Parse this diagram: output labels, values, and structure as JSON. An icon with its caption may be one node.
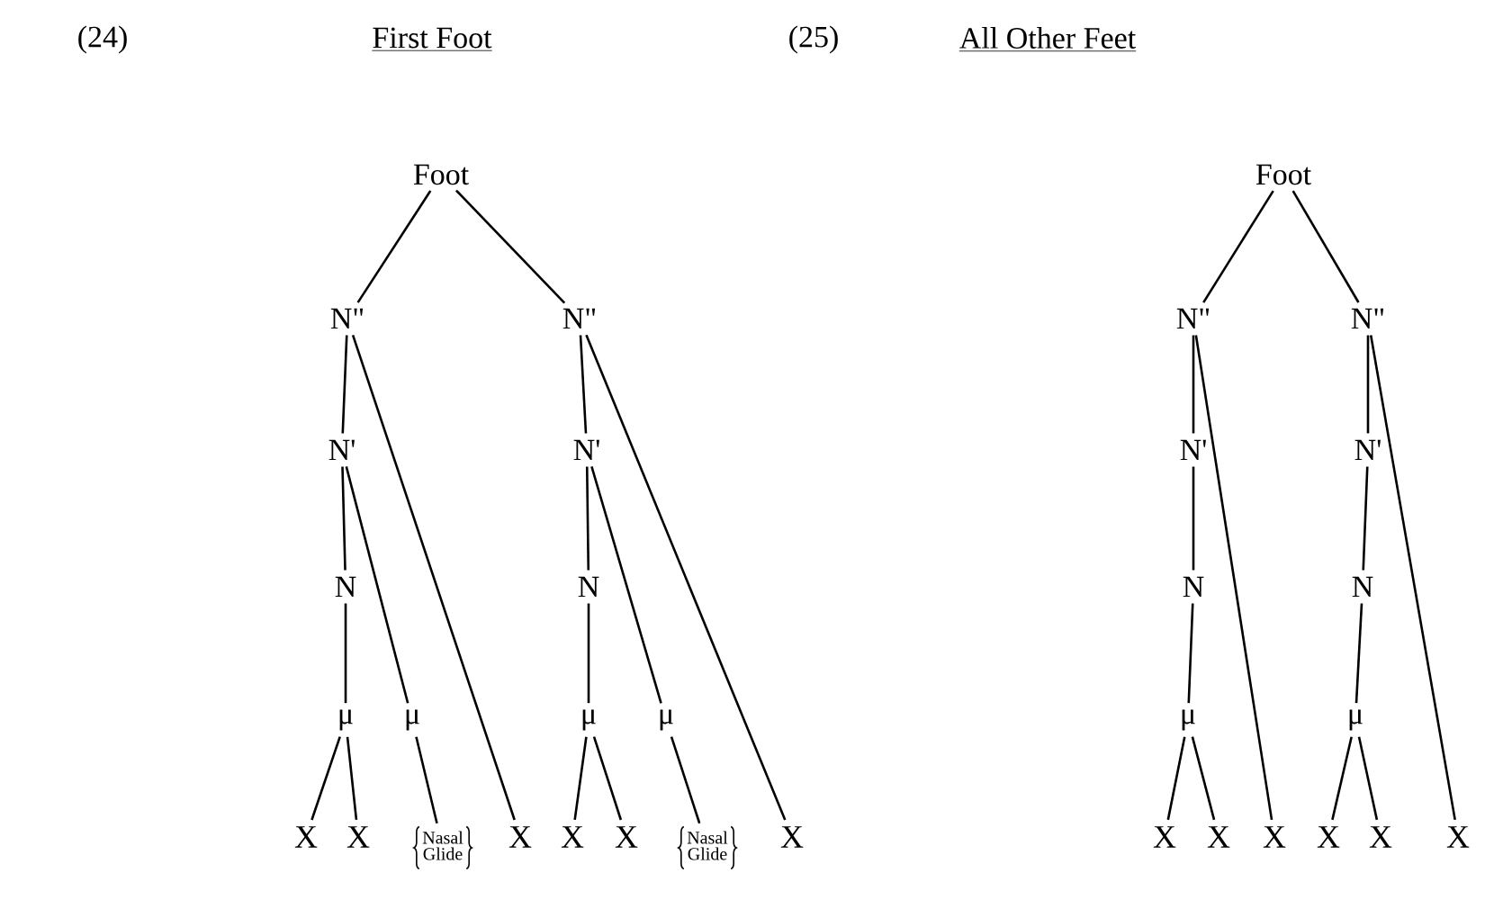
{
  "diagram": {
    "nodes": [
      {
        "text": [
          "Foot"
        ]
      },
      {
        "text": [
          "N\""
        ]
      },
      {
        "text": [
          "N\""
        ]
      },
      {
        "text": [
          "N'"
        ]
      },
      {
        "text": [
          "N"
        ]
      },
      {
        "text": [
          "μ"
        ]
      },
      {
        "text": [
          "μ"
        ]
      },
      {
        "text": [
          "X"
        ]
      },
      {
        "text": [
          "X"
        ]
      },
      {
        "text": [
          "Nasal",
          "Glide"
        ]
      },
      {
        "text": [
          "X"
        ]
      },
      {
        "text": [
          "N'"
        ]
      },
      {
        "text": [
          "N"
        ]
      },
      {
        "text": [
          "μ"
        ]
      },
      {
        "text": [
          "μ"
        ]
      },
      {
        "text": [
          "X"
        ]
      },
      {
        "text": [
          "X"
        ]
      },
      {
        "text": [
          "Nasal",
          "Glide"
        ]
      },
      {
        "text": [
          "X"
        ]
      },
      {
        "text": [
          "Foot"
        ]
      },
      {
        "text": [
          "N\""
        ]
      },
      {
        "text": [
          "N\""
        ]
      },
      {
        "text": [
          "N'"
        ]
      },
      {
        "text": [
          "N'"
        ]
      },
      {
        "text": [
          "N"
        ]
      },
      {
        "text": [
          "N"
        ]
      },
      {
        "text": [
          "μ"
        ]
      },
      {
        "text": [
          "μ"
        ]
      },
      {
        "text": [
          "X"
        ]
      },
      {
        "text": [
          "X"
        ]
      },
      {
        "text": [
          "X"
        ]
      },
      {
        "text": [
          "X"
        ]
      },
      {
        "text": [
          "X"
        ]
      },
      {
        "text": [
          "X"
        ]
      }
    ],
    "edges": [
      {
        "from": 0,
        "to": 1,
        "arrow": "none"
      },
      {
        "from": 0,
        "to": 2,
        "arrow": "none"
      },
      {
        "from": 1,
        "to": 3,
        "arrow": "none"
      },
      {
        "from": 1,
        "to": 10,
        "arrow": "none"
      },
      {
        "from": 3,
        "to": 4,
        "arrow": "none"
      },
      {
        "from": 3,
        "to": 6,
        "arrow": "none"
      },
      {
        "from": 4,
        "to": 5,
        "arrow": "none"
      },
      {
        "from": 5,
        "to": 7,
        "arrow": "none"
      },
      {
        "from": 5,
        "to": 8,
        "arrow": "none"
      },
      {
        "from": 6,
        "to": 9,
        "arrow": "none"
      },
      {
        "from": 2,
        "to": 11,
        "arrow": "none"
      },
      {
        "from": 2,
        "to": 18,
        "arrow": "none"
      },
      {
        "from": 11,
        "to": 12,
        "arrow": "none"
      },
      {
        "from": 11,
        "to": 14,
        "arrow": "none"
      },
      {
        "from": 12,
        "to": 13,
        "arrow": "none"
      },
      {
        "from": 13,
        "to": 15,
        "arrow": "none"
      },
      {
        "from": 13,
        "to": 16,
        "arrow": "none"
      },
      {
        "from": 14,
        "to": 17,
        "arrow": "none"
      },
      {
        "from": 19,
        "to": 20,
        "arrow": "none"
      },
      {
        "from": 19,
        "to": 21,
        "arrow": "none"
      },
      {
        "from": 20,
        "to": 22,
        "arrow": "none"
      },
      {
        "from": 20,
        "to": 30,
        "arrow": "none"
      },
      {
        "from": 22,
        "to": 24,
        "arrow": "none"
      },
      {
        "from": 24,
        "to": 26,
        "arrow": "none"
      },
      {
        "from": 26,
        "to": 28,
        "arrow": "none"
      },
      {
        "from": 26,
        "to": 29,
        "arrow": "none"
      },
      {
        "from": 21,
        "to": 23,
        "arrow": "none"
      },
      {
        "from": 21,
        "to": 33,
        "arrow": "none"
      },
      {
        "from": 23,
        "to": 25,
        "arrow": "none"
      },
      {
        "from": 25,
        "to": 27,
        "arrow": "none"
      },
      {
        "from": 27,
        "to": 31,
        "arrow": "none"
      },
      {
        "from": 27,
        "to": 32,
        "arrow": "none"
      }
    ],
    "labels": [
      "(24)",
      "First Foot",
      "(25)",
      "All Other Feet"
    ]
  }
}
